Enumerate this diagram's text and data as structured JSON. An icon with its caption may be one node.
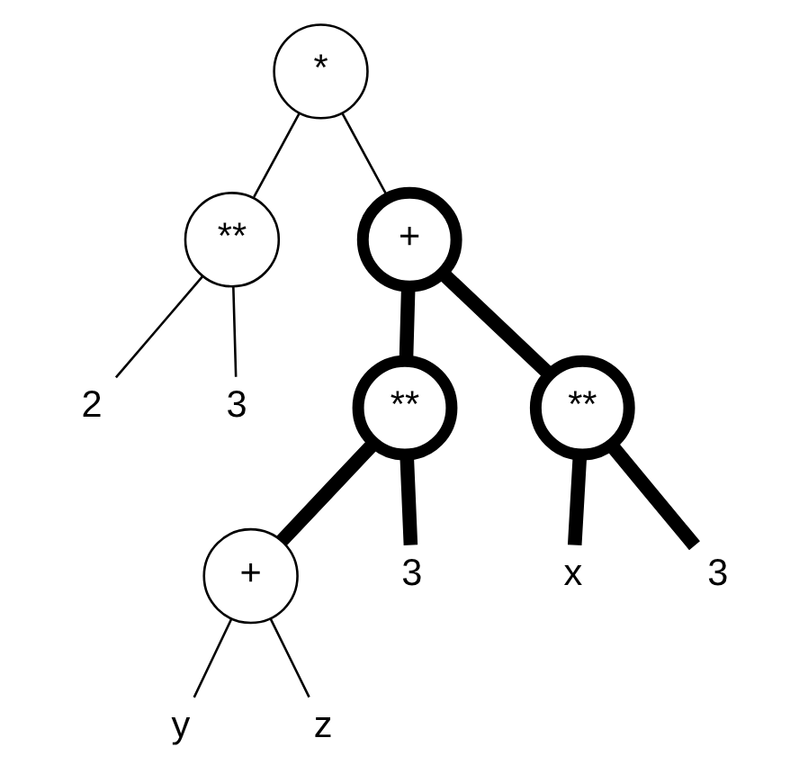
{
  "diagram": {
    "nodes": [
      {
        "text": [
          "*"
        ]
      },
      {
        "text": [
          "**"
        ]
      },
      {
        "text": [
          "+"
        ]
      },
      {
        "text": [
          "2"
        ]
      },
      {
        "text": [
          "3"
        ]
      },
      {
        "text": [
          "**"
        ]
      },
      {
        "text": [
          "**"
        ]
      },
      {
        "text": [
          "+"
        ]
      },
      {
        "text": [
          "3"
        ]
      },
      {
        "text": [
          "x"
        ]
      },
      {
        "text": [
          "3"
        ]
      },
      {
        "text": [
          "y"
        ]
      },
      {
        "text": [
          "z"
        ]
      }
    ],
    "edges": [
      {
        "from": 0,
        "to": 1,
        "arrow": "none"
      },
      {
        "from": 0,
        "to": 2,
        "arrow": "none"
      },
      {
        "from": 1,
        "to": 3,
        "arrow": "none"
      },
      {
        "from": 1,
        "to": 4,
        "arrow": "none"
      },
      {
        "from": 2,
        "to": 5,
        "arrow": "none",
        "style": "thick"
      },
      {
        "from": 2,
        "to": 6,
        "arrow": "none",
        "style": "thick"
      },
      {
        "from": 5,
        "to": 7,
        "arrow": "none",
        "style": "thick"
      },
      {
        "from": 5,
        "to": 8,
        "arrow": "none",
        "style": "thick"
      },
      {
        "from": 6,
        "to": 9,
        "arrow": "none",
        "style": "thick"
      },
      {
        "from": 6,
        "to": 10,
        "arrow": "none",
        "style": "thick"
      },
      {
        "from": 7,
        "to": 11,
        "arrow": "none"
      },
      {
        "from": 7,
        "to": 12,
        "arrow": "none"
      }
    ]
  }
}
